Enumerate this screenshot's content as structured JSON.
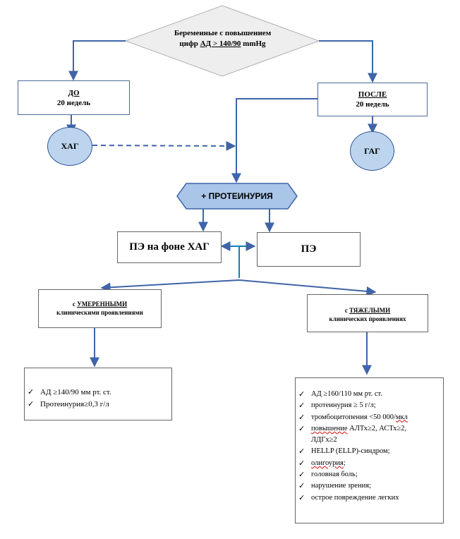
{
  "start": {
    "line1": "Беременные с повышением",
    "line2_prefix": "цифр ",
    "line2_underlined": "АД > 140/90",
    "line2_suffix": " mmHg"
  },
  "before": {
    "title": "ДО",
    "subtitle": "20 недель"
  },
  "after": {
    "title": "ПОСЛЕ",
    "subtitle": "20 недель"
  },
  "hag": "ХАГ",
  "gag": "ГАГ",
  "proteinuria": "+ ПРОТЕИНУРИЯ",
  "pe_on_hag": "ПЭ на фоне ХАГ",
  "pe": "ПЭ",
  "moderate": {
    "prefix": "с ",
    "emphasis": "УМЕРЕННЫМИ",
    "line2": "клиническими проявлениями"
  },
  "severe": {
    "prefix": "с ",
    "emphasis": "ТЯЖЕЛЫМИ",
    "line2": "клинических проявлениях"
  },
  "moderate_criteria": [
    "АД ≥140/90 мм рт. ст.",
    "Протеинурия≥0,3 г/л"
  ],
  "severe_criteria": {
    "item1": "АД ≥160/110 мм рт. ст.",
    "item2": "протеинурия ≥ 5 г/л;",
    "item3_main": "тромбоцитопения <50 000/",
    "item3_tail": "мкл",
    "item4_main": "повышение",
    "item4_rest": " АЛТх≥2,  АСТх≥2,",
    "item4_line2": "ЛДГх≥2",
    "item5": "HELLP (ELLP)-синдром;",
    "item6": "олигоурия",
    "item6_tail": ";",
    "item7": "головная боль;",
    "item8": "нарушение зрения;",
    "item9": "острое повреждение легких"
  },
  "check_mark": "✓",
  "colors": {
    "line": "#3f64a8",
    "node_fill": "#bcd4ee",
    "diamond_fill": "#eeeeee",
    "hex_fill": "#a9c5e8"
  }
}
